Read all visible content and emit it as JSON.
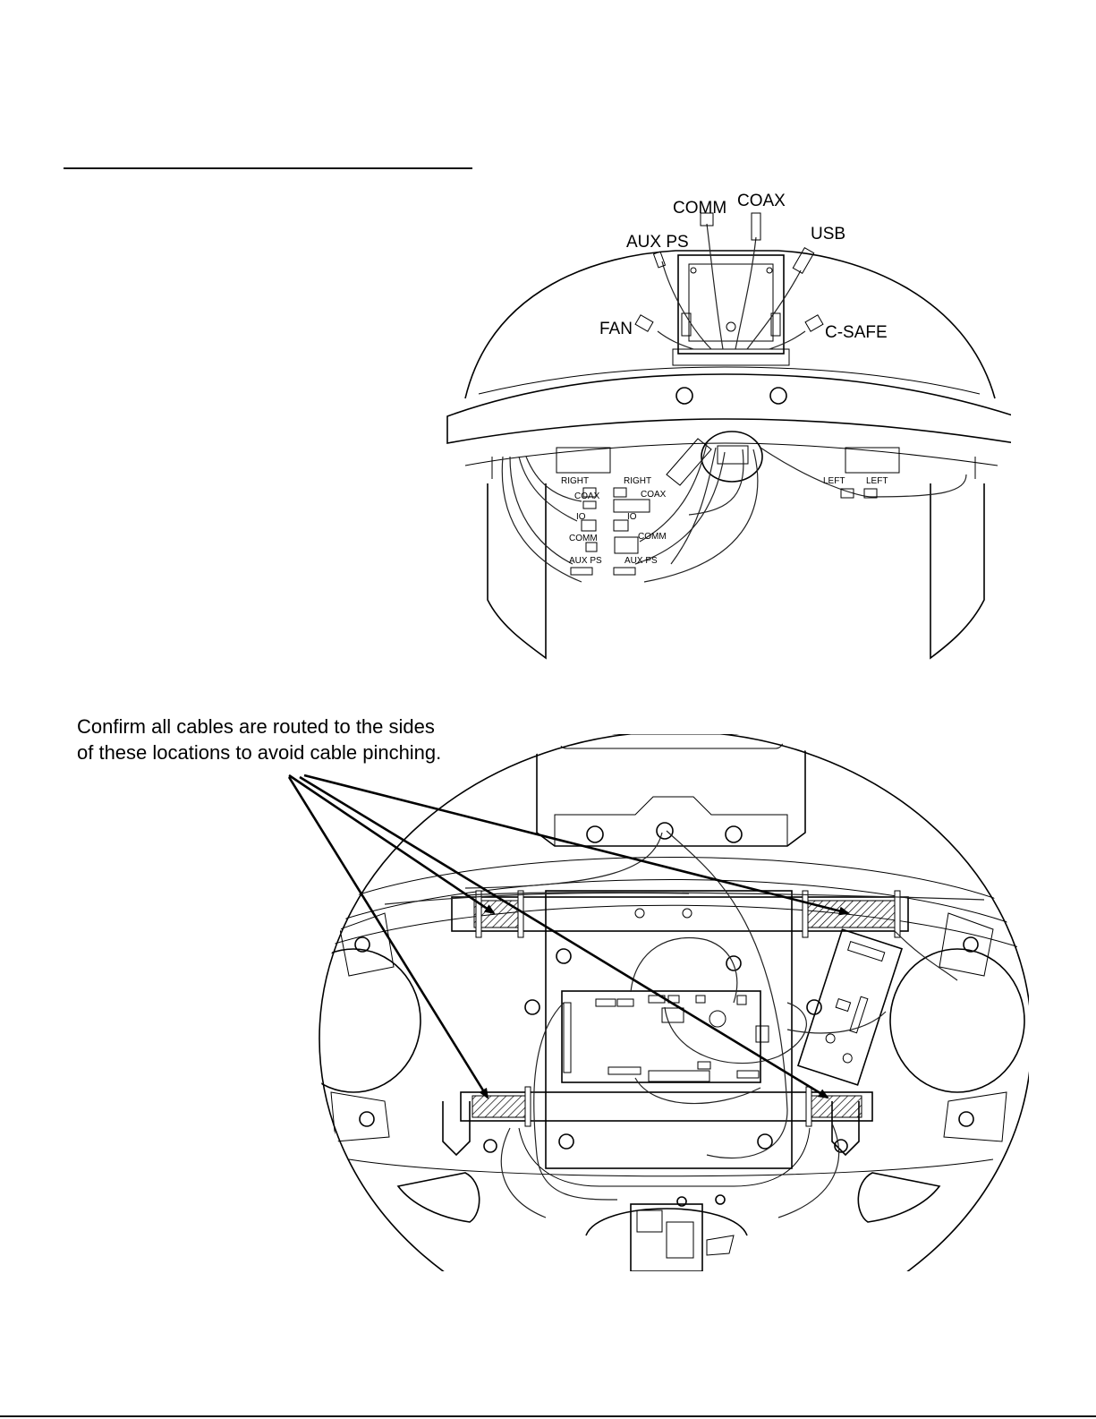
{
  "top_diagram": {
    "top_labels": {
      "comm": "COMM",
      "coax": "COAX",
      "aux_ps": "AUX PS",
      "usb": "USB",
      "fan": "FAN",
      "c_safe": "C-SAFE"
    },
    "connector_labels": {
      "right_a": "RIGHT",
      "right_b": "RIGHT",
      "coax_a": "COAX",
      "coax_b": "COAX",
      "io_a": "IO",
      "io_b": "IO",
      "comm_a": "COMM",
      "comm_b": "COMM",
      "aux_ps_a": "AUX PS",
      "aux_ps_b": "AUX PS",
      "left_a": "LEFT",
      "left_b": "LEFT"
    }
  },
  "callout": {
    "line1": "Confirm all cables are routed to the sides",
    "line2": "of these locations to avoid cable pinching."
  }
}
